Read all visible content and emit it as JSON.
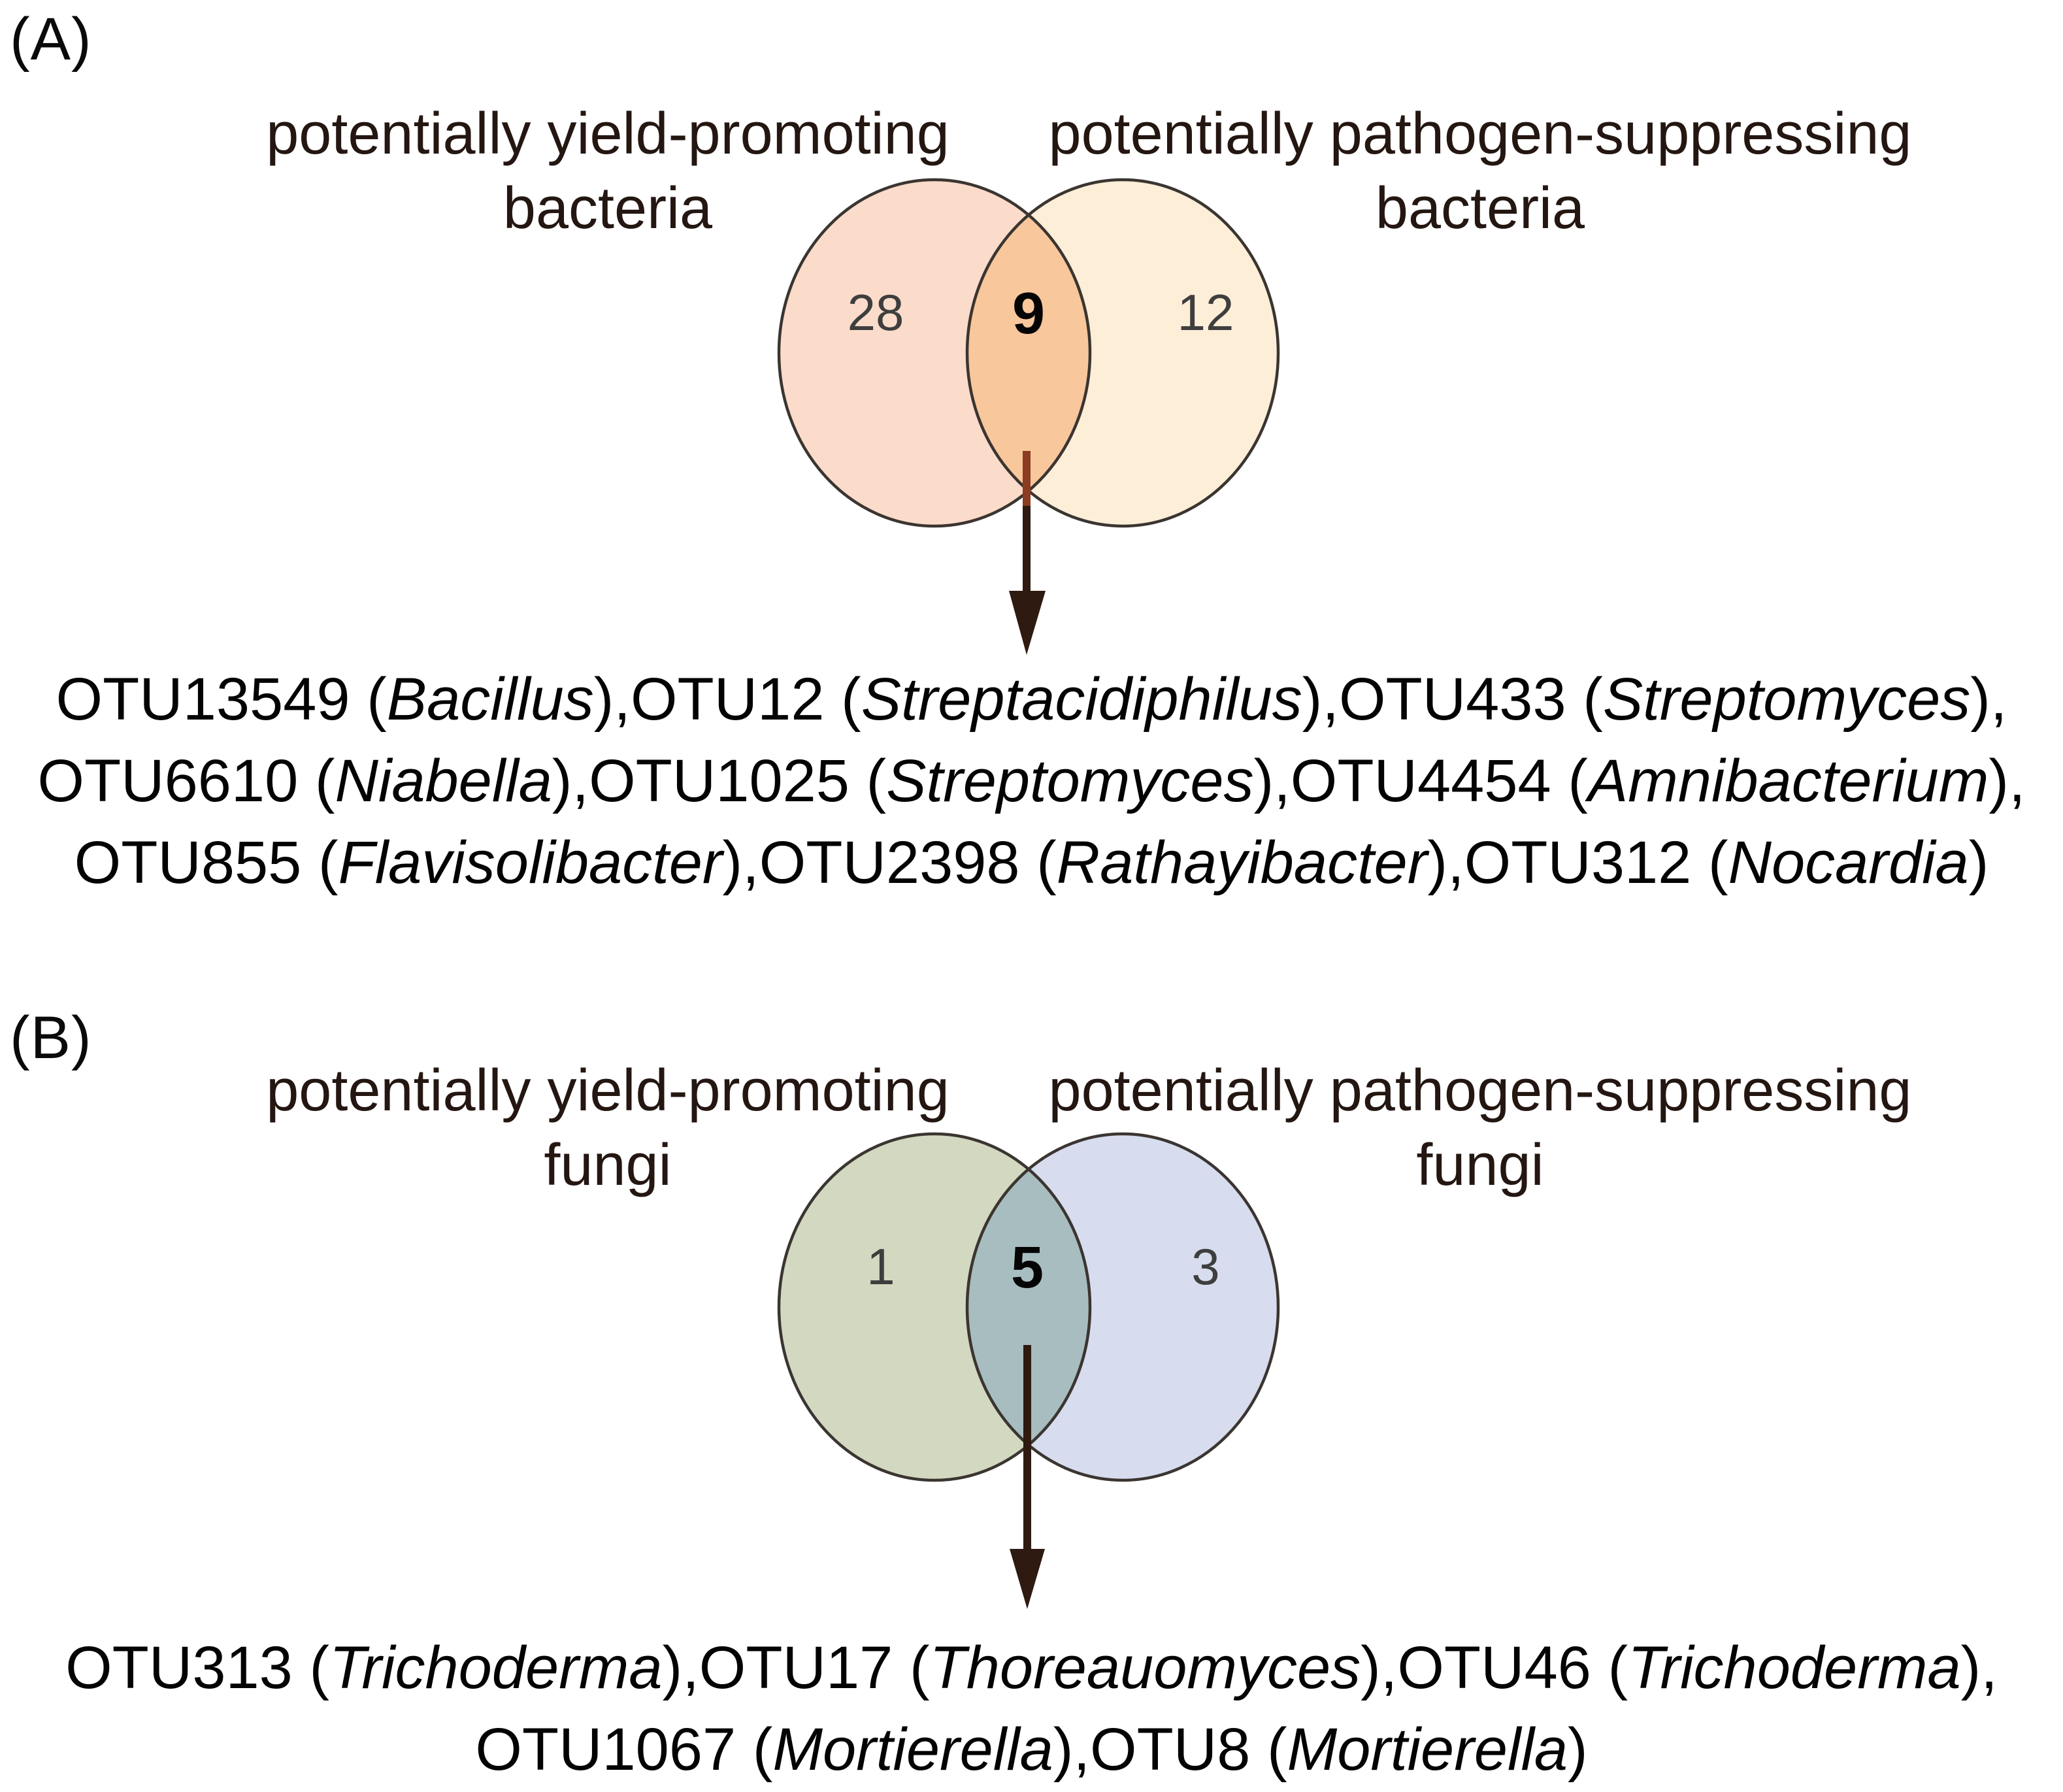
{
  "colors": {
    "outline": "#3b3531",
    "arrow_shaft_red": "#8c3c22",
    "arrow_dark": "#2e1a10",
    "panel_a_left_fill": "#fbdbca",
    "panel_a_right_fill": "#fdeed8",
    "panel_a_overlap_fill": "#f8c79b",
    "panel_b_left_fill": "#d3d8c0",
    "panel_b_right_fill": "#d7dcee",
    "panel_b_overlap_fill": "#a8bdbf"
  },
  "panels": [
    {
      "label": "(A)",
      "left_set": {
        "title": [
          "potentially yield-promoting",
          "bacteria"
        ],
        "count": "28",
        "fill": "#fbdbca"
      },
      "right_set": {
        "title": [
          "potentially pathogen-suppressing",
          "bacteria"
        ],
        "count": "12",
        "fill": "#fdeed8"
      },
      "overlap": {
        "count": "9",
        "fill": "#f8c79b"
      },
      "otu_lines": [
        [
          {
            "t": "OTU13549 ("
          },
          {
            "t": "Bacillus",
            "i": 1
          },
          {
            "t": "),OTU12 ("
          },
          {
            "t": "Streptacidiphilus",
            "i": 1
          },
          {
            "t": "),OTU433 ("
          },
          {
            "t": "Streptomyces",
            "i": 1
          },
          {
            "t": "),"
          }
        ],
        [
          {
            "t": "OTU6610 ("
          },
          {
            "t": "Niabella",
            "i": 1
          },
          {
            "t": "),OTU1025 ("
          },
          {
            "t": "Streptomyces",
            "i": 1
          },
          {
            "t": "),OTU4454 ("
          },
          {
            "t": "Amnibacterium",
            "i": 1
          },
          {
            "t": "),"
          }
        ],
        [
          {
            "t": "OTU855 ("
          },
          {
            "t": "Flavisolibacter",
            "i": 1
          },
          {
            "t": "),OTU2398 ("
          },
          {
            "t": "Rathayibacter",
            "i": 1
          },
          {
            "t": "),OTU312 ("
          },
          {
            "t": "Nocardia",
            "i": 1
          },
          {
            "t": ")"
          }
        ]
      ]
    },
    {
      "label": "(B)",
      "left_set": {
        "title": [
          "potentially yield-promoting",
          "fungi"
        ],
        "count": "1",
        "fill": "#d3d8c0"
      },
      "right_set": {
        "title": [
          "potentially pathogen-suppressing",
          "fungi"
        ],
        "count": "3",
        "fill": "#d7dcee"
      },
      "overlap": {
        "count": "5",
        "fill": "#a8bdbf"
      },
      "otu_lines": [
        [
          {
            "t": "OTU313 ("
          },
          {
            "t": "Trichoderma",
            "i": 1
          },
          {
            "t": "),OTU17 ("
          },
          {
            "t": "Thoreauomyces",
            "i": 1
          },
          {
            "t": "),OTU46 ("
          },
          {
            "t": "Trichoderma",
            "i": 1
          },
          {
            "t": "),"
          }
        ],
        [
          {
            "t": "OTU1067 ("
          },
          {
            "t": "Mortierella",
            "i": 1
          },
          {
            "t": "),OTU8 ("
          },
          {
            "t": "Mortierella",
            "i": 1
          },
          {
            "t": ")"
          }
        ]
      ]
    }
  ]
}
